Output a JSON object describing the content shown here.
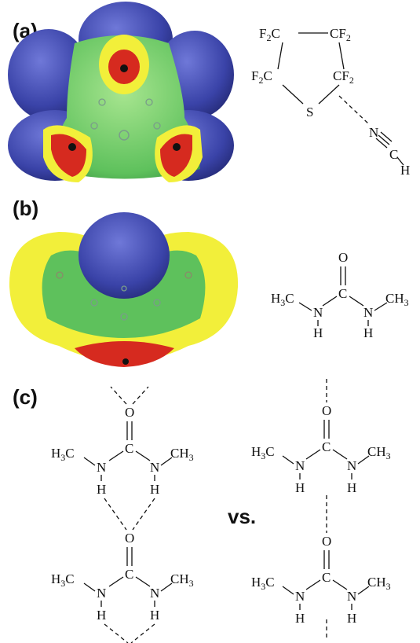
{
  "panels": {
    "a": {
      "label": "(a)"
    },
    "b": {
      "label": "(b)"
    },
    "c": {
      "label": "(c)"
    }
  },
  "comparison": {
    "vs_label": "vs."
  },
  "atoms": {
    "c": "C",
    "n": "N",
    "h": "H",
    "o": "O",
    "s": "S",
    "f": "F",
    "sub2": "2",
    "sub3": "3"
  },
  "colors": {
    "esp_blue": "#3a43a8",
    "esp_green": "#5ec15c",
    "esp_yellow": "#f2ef3a",
    "esp_red": "#d62a1f"
  }
}
